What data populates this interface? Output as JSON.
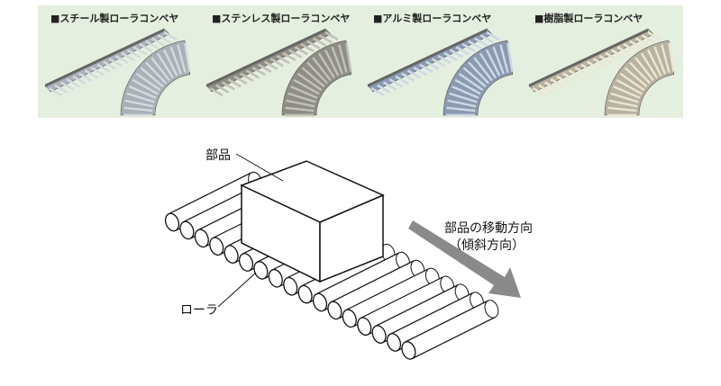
{
  "products": [
    {
      "label": "■スチール製ローラコンベヤ",
      "tone": "#a9b0b6",
      "roller": "#d5dade"
    },
    {
      "label": "■ステンレス製ローラコンベヤ",
      "tone": "#8e8e86",
      "roller": "#c2c2b8"
    },
    {
      "label": "■アルミ製ローラコンベヤ",
      "tone": "#8a9ab0",
      "roller": "#cfd8e6"
    },
    {
      "label": "■樹脂製ローラコンベヤ",
      "tone": "#b8b2a0",
      "roller": "#ece6d2"
    }
  ],
  "diagram": {
    "part_label": "部品",
    "roller_label": "ローラ",
    "direction_label_1": "部品の移動方向",
    "direction_label_2": "（傾斜方向）"
  },
  "colors": {
    "banner_bg": "#e5efdf",
    "arrow": "#8a8a8a"
  }
}
